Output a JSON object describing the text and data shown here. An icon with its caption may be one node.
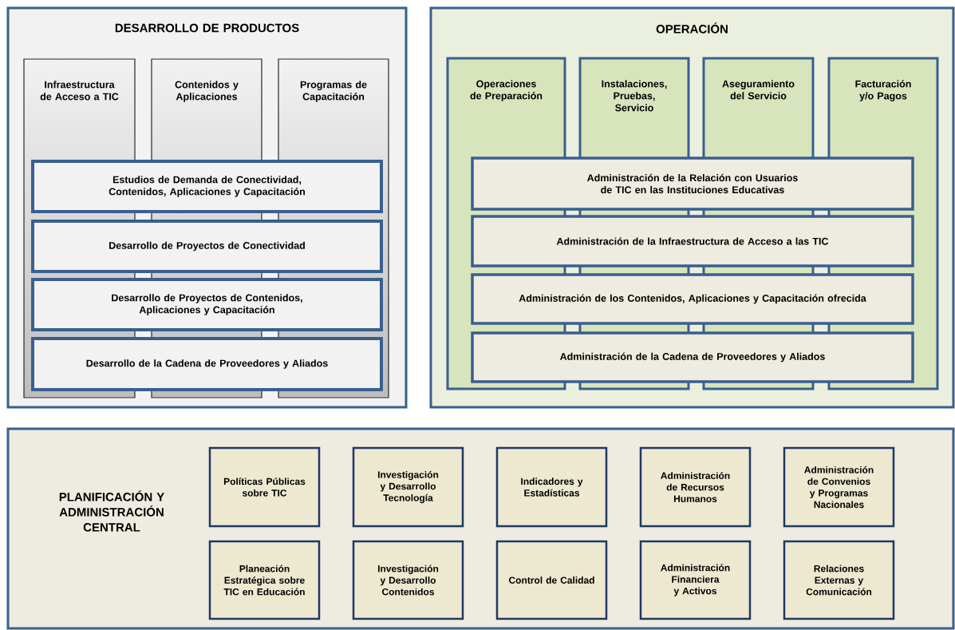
{
  "diagram": {
    "nodes": [
      {
        "text": [
          "DESARROLLO DE PRODUCTOS"
        ]
      },
      {
        "text": [
          "Infraestructura de Acceso a TIC"
        ],
        "in": 0
      },
      {
        "text": [
          "Contenidos y Aplicaciones"
        ],
        "in": 0
      },
      {
        "text": [
          "Programas de Capacitación"
        ],
        "in": 0
      },
      {
        "text": [
          "Estudios de Demanda de Conectividad, Contenidos, Aplicaciones y Capacitación"
        ],
        "in": 0
      },
      {
        "text": [
          "Desarrollo de Proyectos de Conectividad"
        ],
        "in": 0
      },
      {
        "text": [
          "Desarrollo de Proyectos de Contenidos, Aplicaciones y Capacitación"
        ],
        "in": 0
      },
      {
        "text": [
          "Desarrollo de la Cadena de Proveedores y Aliados"
        ],
        "in": 0
      },
      {
        "text": [
          "OPERACIÓN"
        ]
      },
      {
        "text": [
          "Operaciones de Preparación"
        ],
        "in": 8
      },
      {
        "text": [
          "Instalaciones, Pruebas, Servicio"
        ],
        "in": 8
      },
      {
        "text": [
          "Aseguramiento del Servicio"
        ],
        "in": 8
      },
      {
        "text": [
          "Facturación y/o Pagos"
        ],
        "in": 8
      },
      {
        "text": [
          "Administración de la Relación con Usuarios de TIC en las Instituciones Educativas"
        ],
        "in": 8
      },
      {
        "text": [
          "Administración de la Infraestructura de Acceso a las TIC"
        ],
        "in": 8
      },
      {
        "text": [
          "Administración de los Contenidos, Aplicaciones y Capacitación ofrecida"
        ],
        "in": 8
      },
      {
        "text": [
          "Administración de la Cadena de Proveedores y Aliados"
        ],
        "in": 8
      },
      {
        "text": [
          "PLANIFICACIÓN Y ADMINISTRACIÓN CENTRAL"
        ]
      },
      {
        "text": [
          "Políticas Públicas sobre TIC"
        ],
        "in": 17
      },
      {
        "text": [
          "Investigación y Desarrollo Tecnología"
        ],
        "in": 17
      },
      {
        "text": [
          "Indicadores y Estadísticas"
        ],
        "in": 17
      },
      {
        "text": [
          "Administración de Recursos Humanos"
        ],
        "in": 17
      },
      {
        "text": [
          "Administración de Convenios y Programas Nacionales"
        ],
        "in": 17
      },
      {
        "text": [
          "Planeación Estratégica sobre TIC en Educación"
        ],
        "in": 17
      },
      {
        "text": [
          "Investigación y Desarrollo Contenidos"
        ],
        "in": 17
      },
      {
        "text": [
          "Control de Calidad"
        ],
        "in": 17
      },
      {
        "text": [
          "Administración Financiera y Activos"
        ],
        "in": 17
      },
      {
        "text": [
          "Relaciones Externas y Comunicación"
        ],
        "in": 17
      }
    ]
  }
}
